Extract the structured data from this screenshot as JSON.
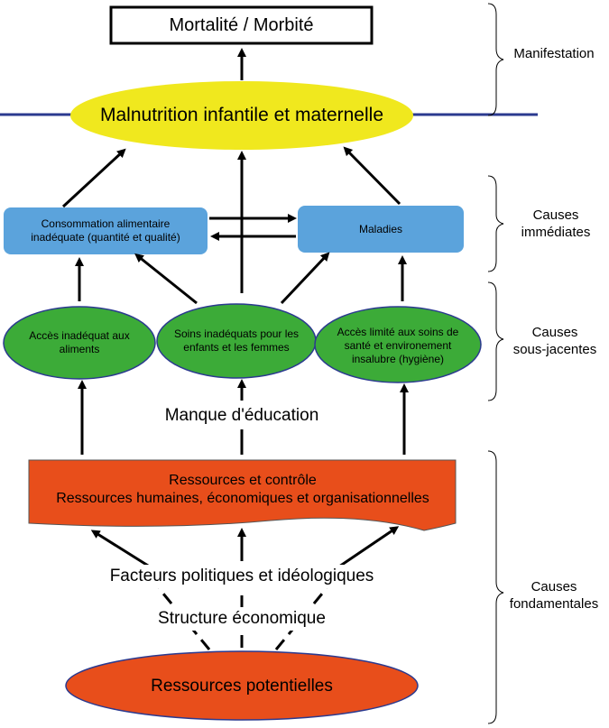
{
  "diagram": {
    "nodes": {
      "mortalite": "Mortalité / Morbité",
      "malnutrition": "Malnutrition infantile et maternelle",
      "consommation": "Consommation alimentaire\ninadéquate (quantité et qualité)",
      "maladies": "Maladies",
      "acces_aliments": "Accès inadéquat aux\naliments",
      "soins_inadequats": "Soins inadéquats pour les\nenfants et les femmes",
      "acces_sante": "Accès limité aux soins de\nsanté et environement\ninsalubre (hygiène)",
      "manque_education": "Manque d'éducation",
      "ressources_controle": "Ressources et contrôle\nRessources humaines, économiques et organisationnelles",
      "facteurs": "Facteurs politiques et idéologiques",
      "structure": "Structure économique",
      "ressources_potentielles": "Ressources potentielles"
    },
    "levels": {
      "manifestation": "Manifestation",
      "causes_immediates": "Causes\nimmédiates",
      "causes_sous_jacentes": "Causes\nsous-jacentes",
      "causes_fondamentales": "Causes\nfondamentales"
    },
    "colors": {
      "yellow": "#f0e81e",
      "blue": "#5ba3dc",
      "green": "#3cab38",
      "red": "#e84e1b",
      "line": "#2b3a8f"
    }
  }
}
